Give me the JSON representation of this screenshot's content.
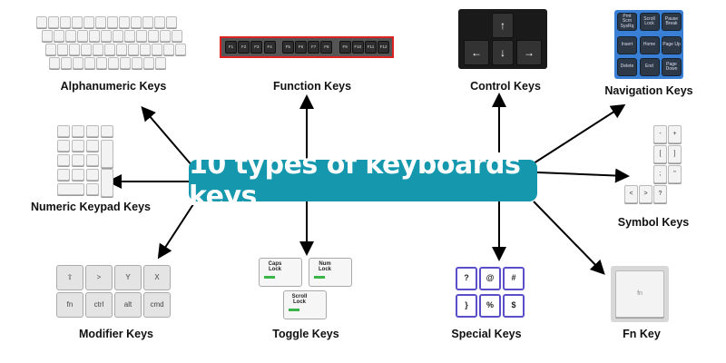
{
  "title": "10 types of keyboards keys",
  "colors": {
    "title_bg": "#1597ae",
    "title_text": "#ffffff",
    "arrow": "#000000"
  },
  "categories": [
    {
      "label": "Alphanumeric Keys"
    },
    {
      "label": "Function Keys",
      "keys": [
        "F1",
        "F2",
        "F3",
        "F4",
        "F5",
        "F6",
        "F7",
        "F8",
        "F9",
        "F10",
        "F11",
        "F12"
      ]
    },
    {
      "label": "Control Keys",
      "keys": [
        "↑",
        "←",
        "↓",
        "→"
      ]
    },
    {
      "label": "Navigation Keys",
      "keys": [
        "Prnt Scrn SysRq",
        "Scroll Lock",
        "Pause Break",
        "Insert",
        "Home",
        "Page Up",
        "Delete",
        "End",
        "Page Down"
      ]
    },
    {
      "label": "Numeric Keypad Keys"
    },
    {
      "label": "Symbol Keys",
      "keys": [
        "-",
        "+",
        "[",
        "{",
        "]",
        "}",
        ":",
        ";",
        "\"",
        "'",
        "<",
        ">",
        "?",
        "/"
      ]
    },
    {
      "label": "Modifier Keys",
      "keys": [
        ">",
        "Y",
        "X",
        "ctrl",
        "alt",
        "cmd",
        "⌘",
        "⇧",
        "fn",
        "⌥"
      ]
    },
    {
      "label": "Toggle Keys",
      "keys": [
        "Caps Lock",
        "Num Lock",
        "Scroll Lock"
      ]
    },
    {
      "label": "Special Keys",
      "keys": [
        "?",
        "@",
        "#",
        "}",
        "%",
        "$"
      ]
    },
    {
      "label": "Fn Key",
      "keys": [
        "fn"
      ]
    }
  ]
}
